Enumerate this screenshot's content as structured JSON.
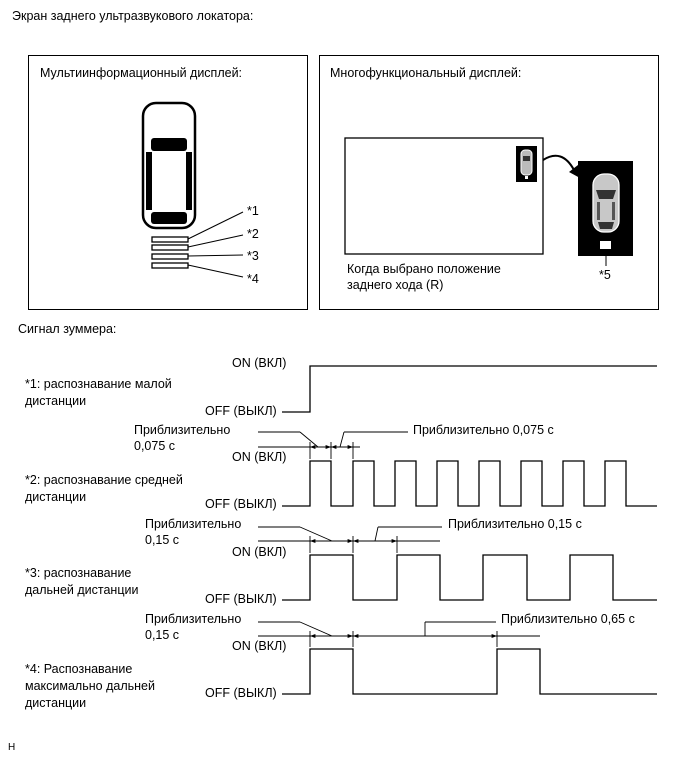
{
  "heading": "Экран заднего ультразвукового локатора:",
  "multi_display": {
    "title": "Мультиинформационный дисплей:",
    "callouts": [
      "*1",
      "*2",
      "*3",
      "*4"
    ]
  },
  "multifunc_display": {
    "title": "Многофункциональный дисплей:",
    "caption_line1": "Когда выбрано положение",
    "caption_line2": "заднего хода (R)",
    "callout": "*5"
  },
  "buzzer": {
    "title": "Сигнал зуммера:",
    "on_label": "ON (ВКЛ)",
    "off_label": "OFF (ВЫКЛ)",
    "row1": {
      "line1": "*1: распознавание малой",
      "line2": "дистанции"
    },
    "row2": {
      "line1": "*2: распознавание средней",
      "line2": "дистанции",
      "approx_left_1": "Приблизительно",
      "approx_left_2": "0,075 с",
      "approx_right": "Приблизительно 0,075 с"
    },
    "row3": {
      "line1": "*3: распознавание",
      "line2": "дальней дистанции",
      "approx_left_1": "Приблизительно",
      "approx_left_2": "0,15 с",
      "approx_right": "Приблизительно 0,15 с"
    },
    "row4": {
      "line1": "*4: Распознавание",
      "line2": "максимально дальней",
      "line3": "дистанции",
      "approx_left_1": "Приблизительно",
      "approx_left_2": "0,15 с",
      "approx_right": "Приблизительно 0,65 с"
    }
  },
  "footer_mark": "H"
}
